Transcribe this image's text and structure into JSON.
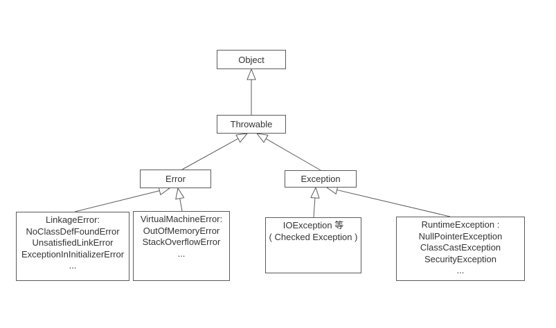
{
  "diagram": {
    "type": "uml-class-hierarchy",
    "arrowhead_style": "hollow-triangle",
    "colors": {
      "background": "#ffffff",
      "line": "#595959",
      "text": "#333333"
    },
    "nodes": {
      "object": {
        "label": "Object"
      },
      "throwable": {
        "label": "Throwable"
      },
      "error": {
        "label": "Error"
      },
      "exception": {
        "label": "Exception"
      },
      "linkage_error": {
        "lines": [
          "LinkageError:",
          "NoClassDefFoundError",
          "UnsatisfiedLinkError",
          "ExceptionInInitializerError",
          "..."
        ]
      },
      "vm_error": {
        "lines": [
          "VirtualMachineError:",
          "OutOfMemoryError",
          "StackOverflowError",
          "..."
        ]
      },
      "io_exception": {
        "lines": [
          "IOException 等",
          "( Checked Exception )"
        ]
      },
      "runtime_exception": {
        "lines": [
          "RuntimeException :",
          "NullPointerException",
          "ClassCastException",
          "SecurityException",
          "..."
        ]
      }
    },
    "edges": [
      {
        "from": "throwable",
        "to": "object",
        "relationship": "extends"
      },
      {
        "from": "error",
        "to": "throwable",
        "relationship": "extends"
      },
      {
        "from": "exception",
        "to": "throwable",
        "relationship": "extends"
      },
      {
        "from": "linkage_error",
        "to": "error",
        "relationship": "extends"
      },
      {
        "from": "vm_error",
        "to": "error",
        "relationship": "extends"
      },
      {
        "from": "io_exception",
        "to": "exception",
        "relationship": "extends"
      },
      {
        "from": "runtime_exception",
        "to": "exception",
        "relationship": "extends"
      }
    ]
  }
}
